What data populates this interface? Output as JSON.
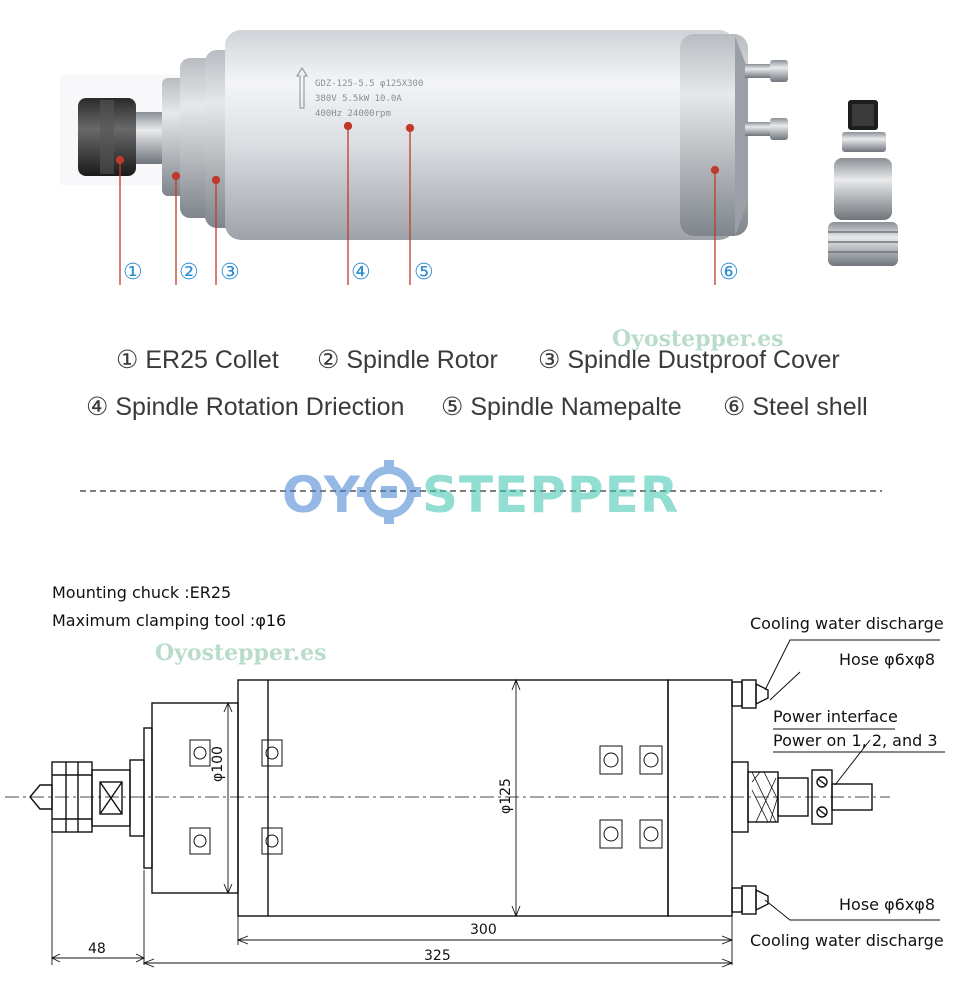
{
  "callouts": [
    "①",
    "②",
    "③",
    "④",
    "⑤",
    "⑥"
  ],
  "nameplate": {
    "line1": "GDZ-125-5.5  φ125X300",
    "line2": "380V 5.5kW 10.0A",
    "line3": "400Hz 24000rpm"
  },
  "watermark_small": "Oyostepper.es",
  "watermark_big": "OYOSTEPPER",
  "legend": [
    {
      "num": "①",
      "label": "ER25 Collet"
    },
    {
      "num": "②",
      "label": "Spindle Rotor"
    },
    {
      "num": "③",
      "label": "Spindle Dustproof Cover"
    },
    {
      "num": "④",
      "label": "Spindle Rotation Driection"
    },
    {
      "num": "⑤",
      "label": "Spindle  Namepalte"
    },
    {
      "num": "⑥",
      "label": "Steel  shell"
    }
  ],
  "specs": {
    "mounting_chuck": "Mounting chuck :ER25",
    "max_clamping": "Maximum clamping tool :φ16"
  },
  "drawing": {
    "cooling_top": "Cooling water discharge",
    "hose_top": "Hose φ6xφ8",
    "power_interface": "Power interface",
    "power_on": "Power on 1, 2, and 3",
    "hose_bottom": "Hose φ6xφ8",
    "cooling_bottom": "Cooling water discharge",
    "dim_d100": "φ100",
    "dim_d125": "φ125",
    "dim_48": "48",
    "dim_300": "300",
    "dim_325": "325"
  },
  "colors": {
    "callout": "#2f8fd0",
    "leader": "#c0392b",
    "watermark_blue": "#3f7fd0",
    "watermark_teal": "#3cc4b0"
  }
}
